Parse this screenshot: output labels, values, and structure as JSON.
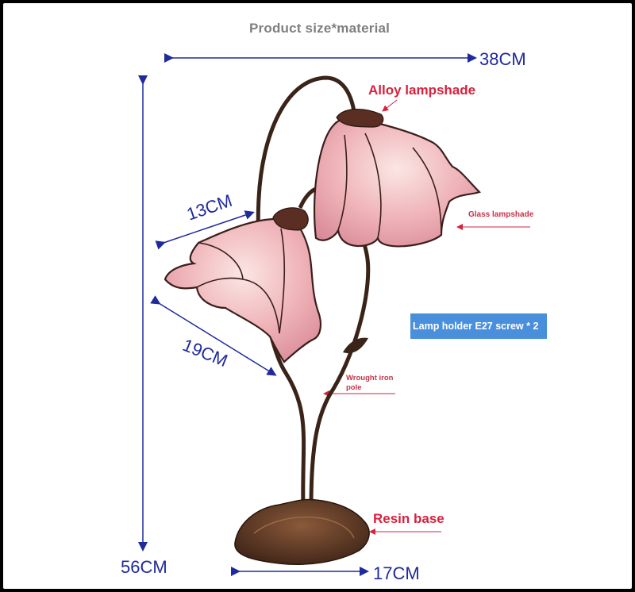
{
  "title": "Product size*material",
  "labels": {
    "alloy_lampshade": "Alloy lampshade",
    "glass_lampshade": "Glass lampshade",
    "lamp_holder": "Lamp holder E27 screw * 2",
    "wrought_iron_pole": "Wrought iron pole",
    "resin_base": "Resin base"
  },
  "dimensions": {
    "width_total": "38CM",
    "shade_top": "13CM",
    "shade_width": "19CM",
    "height": "56CM",
    "base_width": "17CM"
  },
  "colors": {
    "dimension_line": "#1f2a9c",
    "label_red": "#d8213d",
    "holder_bg": "#4a8fdc",
    "shade_pink": "#e9a8b4",
    "iron": "#3a2419",
    "base": "#4a2d20"
  }
}
